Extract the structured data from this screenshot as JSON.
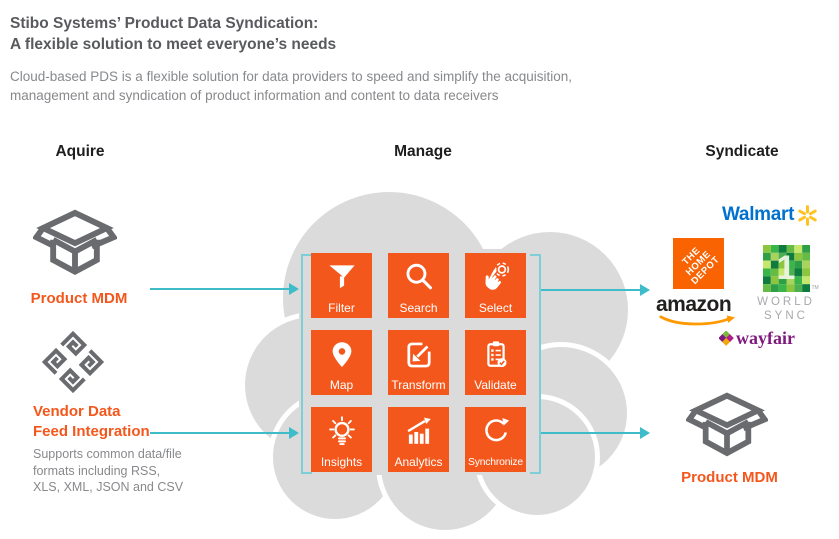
{
  "header": {
    "title_line1": "Stibo Systems’ Product Data Syndication:",
    "title_line2": "A flexible solution to meet everyone’s needs",
    "description_line1": "Cloud-based PDS is a flexible solution for data providers to speed and simplify the acquisition,",
    "description_line2": "management and syndication of product information and content to data receivers"
  },
  "columns": {
    "acquire_label": "Aquire",
    "manage_label": "Manage",
    "syndicate_label": "Syndicate"
  },
  "acquire": {
    "product_mdm": {
      "label": "Product MDM",
      "icon": "open-box-icon"
    },
    "vendor": {
      "icon": "interlocked-knot-icon",
      "title_line1": "Vendor Data",
      "title_line2": "Feed Integration",
      "note_line1": "Supports common data/file",
      "note_line2": "formats including RSS,",
      "note_line3": "XLS, XML, JSON and CSV"
    }
  },
  "manage": {
    "tiles": [
      {
        "label": "Filter",
        "icon": "funnel-icon"
      },
      {
        "label": "Search",
        "icon": "magnifier-icon"
      },
      {
        "label": "Select",
        "icon": "tap-hand-icon"
      },
      {
        "label": "Map",
        "icon": "location-pin-icon"
      },
      {
        "label": "Transform",
        "icon": "square-arrow-icon"
      },
      {
        "label": "Validate",
        "icon": "clipboard-check-icon"
      },
      {
        "label": "Insights",
        "icon": "lightbulb-icon"
      },
      {
        "label": "Analytics",
        "icon": "bar-chart-arrow-icon"
      },
      {
        "label": "Synchronize",
        "icon": "circular-arrow-icon"
      }
    ]
  },
  "syndicate": {
    "logos": {
      "walmart": {
        "text": "Walmart",
        "icon": "walmart-spark-icon",
        "color": "#0071CE",
        "spark_color": "#FFC220"
      },
      "home_depot": {
        "line1": "THE",
        "line2": "HOME",
        "line3": "DEPOT",
        "color": "#F96302"
      },
      "worldsync": {
        "numeral": "1",
        "word1": "WORLD",
        "word2": "SYNC",
        "tm": "TM"
      },
      "amazon": {
        "text": "amazon",
        "smile_color": "#FF9900"
      },
      "wayfair": {
        "text": "wayfair",
        "color": "#7F187F"
      }
    },
    "product_mdm": {
      "label": "Product MDM",
      "icon": "open-box-icon"
    }
  },
  "colors": {
    "accent_orange": "#F4571C",
    "arrow_teal": "#3EBCC9",
    "bracket_teal": "#7ECED8",
    "cloud_gray": "#DBDBDC",
    "icon_gray": "#6A6B6E",
    "title_gray": "#595A5D",
    "body_gray": "#87898C"
  }
}
